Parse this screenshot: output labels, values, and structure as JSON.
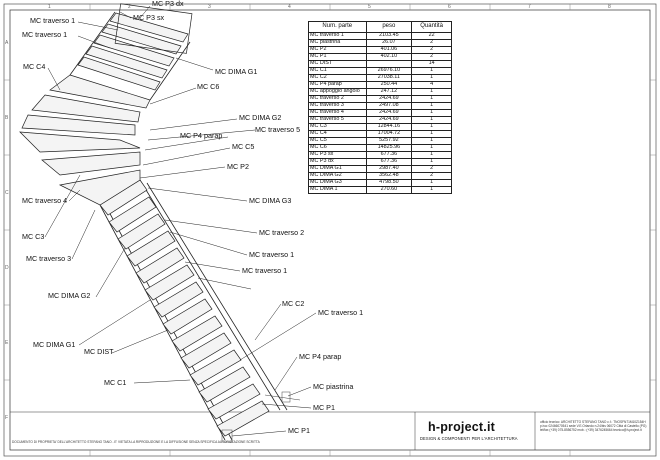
{
  "title_labels": {
    "mc_p3_dx": "MC P3 dx",
    "mc_p3_sx": "MC P3 sx"
  },
  "callouts": {
    "traverso1_a": "MC traverso 1",
    "traverso1_b": "MC traverso 1",
    "c4": "MC C4",
    "c6": "MC C6",
    "dima_g1_top": "MC DIMA G1",
    "dima_g2_top": "MC DIMA G2",
    "traverso5": "MC traverso 5",
    "p4_parap_top": "MC P4 parap",
    "c5": "MC C5",
    "p2": "MC P2",
    "dima_g3": "MC DIMA G3",
    "traverso2": "MC traverso 2",
    "traverso1_c": "MC traverso 1",
    "traverso4": "MC traverso 4",
    "c3": "MC C3",
    "traverso3": "MC traverso 3",
    "traverso1_d": "MC traverso 1",
    "dima_g2_bottom": "MC DIMA G2",
    "c2": "MC C2",
    "traverso1_e": "MC traverso 1",
    "dima_g1_bottom": "MC DIMA G1",
    "dist": "MC DIST",
    "p4_parap_bottom": "MC P4 parap",
    "c1": "MC C1",
    "piastrina": "MC piastrina",
    "p1_a": "MC P1",
    "p1_b": "MC P1"
  },
  "parts_table": {
    "headers": [
      "Num. parte",
      "peso",
      "Quantità"
    ],
    "rows": [
      [
        "MC traverso 1",
        "2103.45",
        "22"
      ],
      [
        "MC piastrina",
        "26.07",
        "2"
      ],
      [
        "MC P2",
        "401.06",
        "2"
      ],
      [
        "MC P1",
        "402.10",
        "2"
      ],
      [
        "MC DIST",
        "",
        "14"
      ],
      [
        "MC C1",
        "26976.10",
        "1"
      ],
      [
        "MC C2",
        "27038.11",
        "1"
      ],
      [
        "MC P4 parap",
        "250.44",
        "4"
      ],
      [
        "MC appoggio angolo",
        "247.12",
        "1"
      ],
      [
        "MC traverso 2",
        "2424.69",
        "1"
      ],
      [
        "MC traverso 3",
        "2497.08",
        "1"
      ],
      [
        "MC traverso 4",
        "2424.69",
        "1"
      ],
      [
        "MC traverso 5",
        "2424.69",
        "1"
      ],
      [
        "MC C3",
        "12844.16",
        "1"
      ],
      [
        "MC C4",
        "17004.72",
        "1"
      ],
      [
        "MC C5",
        "5257.92",
        "1"
      ],
      [
        "MC C6",
        "14825.96",
        "1"
      ],
      [
        "MC P3 sx",
        "677.36",
        "1"
      ],
      [
        "MC P3 dx",
        "677.36",
        "1"
      ],
      [
        "MC DIMA G1",
        "2987.40",
        "2"
      ],
      [
        "MC DIMA G2",
        "3562.48",
        "2"
      ],
      [
        "MC DIMA G3",
        "4798.50",
        "1"
      ],
      [
        "MC DIMA 1",
        "270.60",
        "1"
      ]
    ]
  },
  "brand": {
    "name": "h-project.it",
    "subtitle": "DESIGN & COMPONENTI PER L'ARCHITETTURA",
    "contact": "ufficio tecnico: ARCHITETTO STEFANO TANO  c.f.: TNOSFN71M10Z154H  p.iva: 02466070541  sede V.E.Orlando n.24/bis 06072 Città di Castello (PG)  tel/fax (+39) 075-8556752  mob.: (+39) 3476245664  tecnico@h-project.it"
  },
  "footer_note": "DOCUMENTO DI PROPRIETA' DELL'ARCHITETTO STEFANO TANO - E' VIETATA LA RIPRODUZIONE E LA DIFFUSIONE SENZA SPECIFICA AUTORIZZAZIONE SCRITTA",
  "ruler": {
    "top": [
      "1",
      "2",
      "3",
      "4",
      "5",
      "6",
      "7",
      "8"
    ],
    "side": [
      "A",
      "B",
      "C",
      "D",
      "E",
      "F"
    ]
  }
}
